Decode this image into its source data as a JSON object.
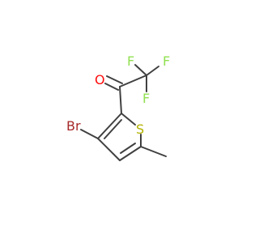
{
  "molecule": {
    "atoms": {
      "oxygen": "O",
      "fluorine_top_left": "F",
      "fluorine_top_right": "F",
      "fluorine_bottom": "F",
      "bromine": "Br",
      "sulfur": "S"
    },
    "colors": {
      "bond": "#404040",
      "oxygen": "#ff0d0d",
      "fluorine": "#90e050",
      "bromine": "#a62929",
      "sulfur": "#b2b200"
    }
  }
}
